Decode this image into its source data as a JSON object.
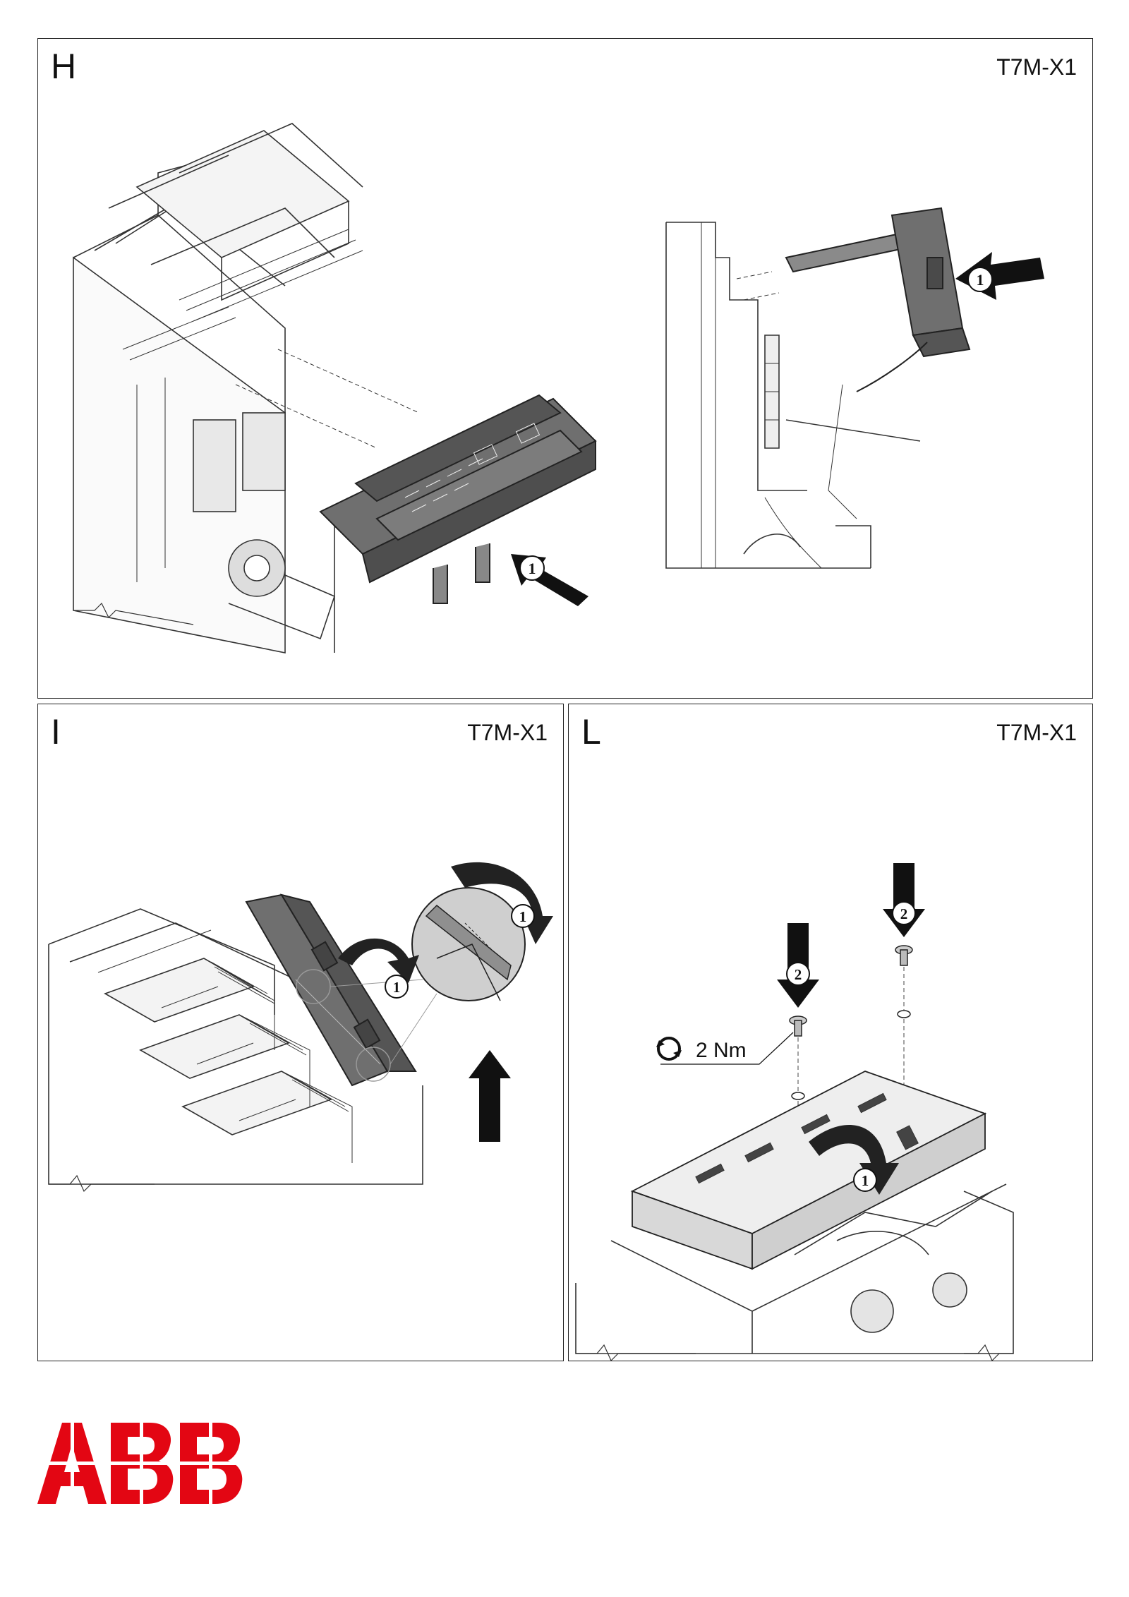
{
  "brand": {
    "logo_text": "ABB",
    "color": "#e30613"
  },
  "panels": {
    "h": {
      "step": "H",
      "model": "T7M-X1",
      "callouts": [
        "1",
        "1"
      ]
    },
    "i": {
      "step": "I",
      "model": "T7M-X1",
      "callouts": [
        "1",
        "1"
      ]
    },
    "l": {
      "step": "L",
      "model": "T7M-X1",
      "callouts": [
        "2",
        "2",
        "1"
      ],
      "torque": "2 Nm"
    }
  }
}
